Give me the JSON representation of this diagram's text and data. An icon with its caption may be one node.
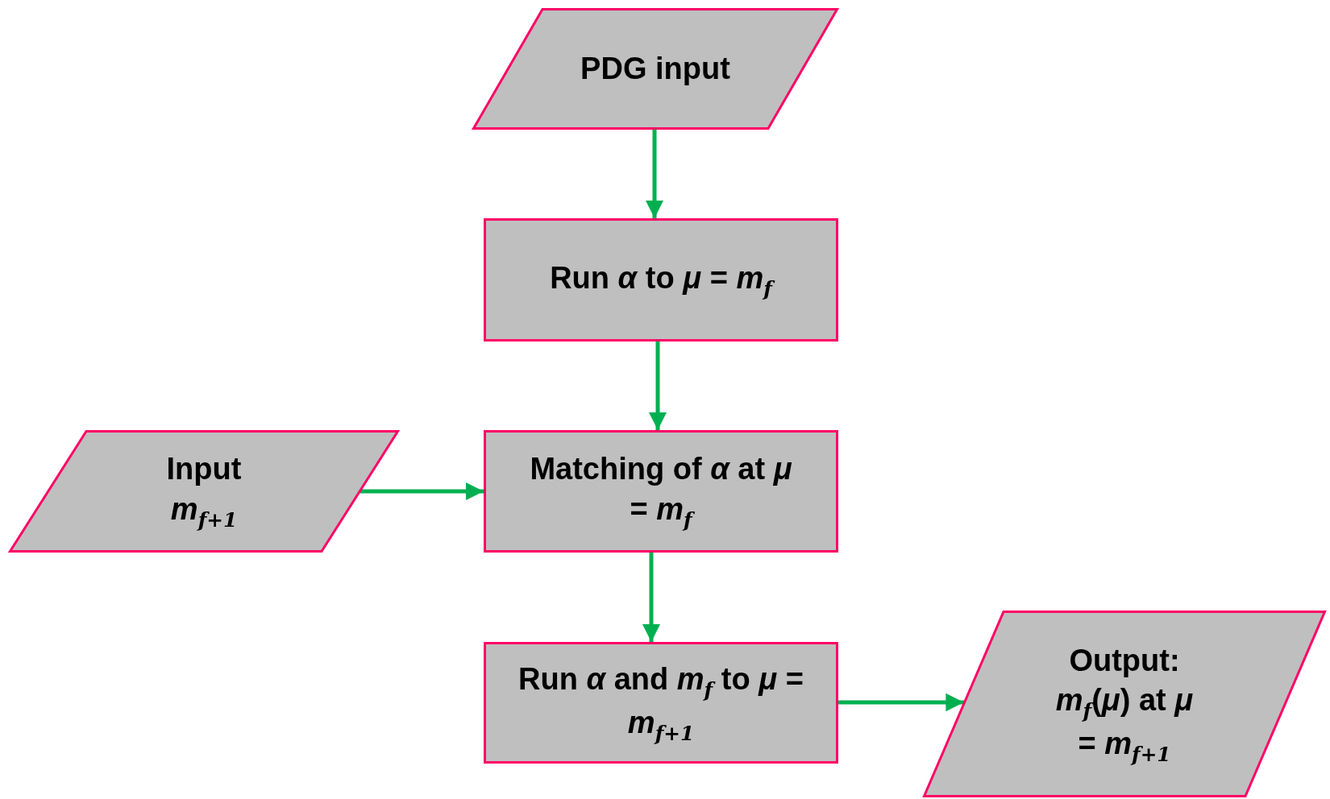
{
  "diagram": {
    "nodes": [
      {
        "text": [
          "PDG input"
        ]
      },
      {
        "text": [
          "Run *α* to *μ* = *m*$_{f}$"
        ]
      },
      {
        "text": [
          "Matching of *α* at *μ* = *m*$_{f}$"
        ]
      },
      {
        "text": [
          "Input *m*$_{f+1}$"
        ]
      },
      {
        "text": [
          "Run *α* and *m*$_{f}$ to *μ* = *m*$_{f+1}$"
        ]
      },
      {
        "text": [
          "Output: *m*$_{f}$(*μ*) at *μ* = *m*$_{f+1}$"
        ]
      }
    ],
    "edges": [
      {
        "from": 0,
        "to": 1,
        "arrow": "to"
      },
      {
        "from": 1,
        "to": 2,
        "arrow": "to"
      },
      {
        "from": 3,
        "to": 2,
        "arrow": "to"
      },
      {
        "from": 2,
        "to": 4,
        "arrow": "to"
      },
      {
        "from": 4,
        "to": 5,
        "arrow": "to"
      }
    ]
  }
}
